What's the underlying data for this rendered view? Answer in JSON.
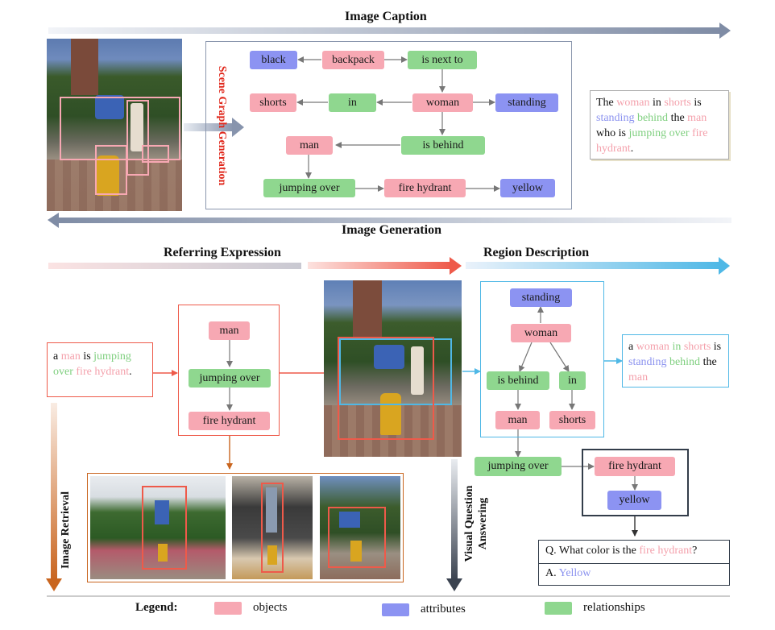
{
  "titles": {
    "image_caption": "Image Caption",
    "image_generation": "Image Generation",
    "referring_expression": "Referring Expression",
    "region_description": "Region Description",
    "scene_graph_generation": "Scene Graph Generation",
    "image_retrieval": "Image Retrieval",
    "vqa": "Visual Question Answering"
  },
  "scene_graph": {
    "black": "black",
    "backpack": "backpack",
    "is_next_to": "is next to",
    "shorts": "shorts",
    "in": "in",
    "woman": "woman",
    "standing": "standing",
    "man": "man",
    "is_behind": "is behind",
    "jumping_over": "jumping over",
    "fire_hydrant": "fire hydrant",
    "yellow": "yellow"
  },
  "caption": {
    "w1": "The",
    "w2": "woman",
    "w3": "in",
    "w4": "shorts",
    "w5": "is",
    "w6": "standing",
    "w7": "behind",
    "w8": "the",
    "w9": "man",
    "w10": "who is",
    "w11": "jumping over",
    "w12": "fire",
    "w13": "hydrant",
    "w14": "."
  },
  "referring": {
    "text": {
      "w1": "a",
      "w2": "man",
      "w3": "is",
      "w4": "jumping",
      "w5": "over",
      "w6": "fire hydrant",
      "w7": "."
    },
    "graph": {
      "man": "man",
      "jumping_over": "jumping over",
      "fire_hydrant": "fire hydrant"
    }
  },
  "region": {
    "graph": {
      "standing": "standing",
      "woman": "woman",
      "is_behind": "is behind",
      "in": "in",
      "man": "man",
      "shorts": "shorts"
    },
    "text": {
      "w1": "a",
      "w2": "woman",
      "w3": "in",
      "w4": "shorts",
      "w5": "is",
      "w6": "standing",
      "w7": "behind",
      "w8": "the",
      "w9": "man"
    }
  },
  "vqa": {
    "jumping_over": "jumping over",
    "fire_hydrant": "fire hydrant",
    "yellow": "yellow",
    "q_prefix": "Q.  What color is the",
    "q_obj": "fire hydrant",
    "q_suffix": "?",
    "a_prefix": "A.",
    "a_value": "Yellow"
  },
  "legend": {
    "label": "Legend:",
    "objects": "objects",
    "attributes": "attributes",
    "relationships": "relationships"
  },
  "colors": {
    "object": "#f7a8b3",
    "attribute": "#8c93f2",
    "relationship": "#8fd78f",
    "caption_arrow": "#8a96ad",
    "referring_red": "#ee5a4a",
    "region_blue": "#4fb8e6",
    "retrieval_orange": "#c9651f",
    "vqa_dark": "#333d4a"
  }
}
